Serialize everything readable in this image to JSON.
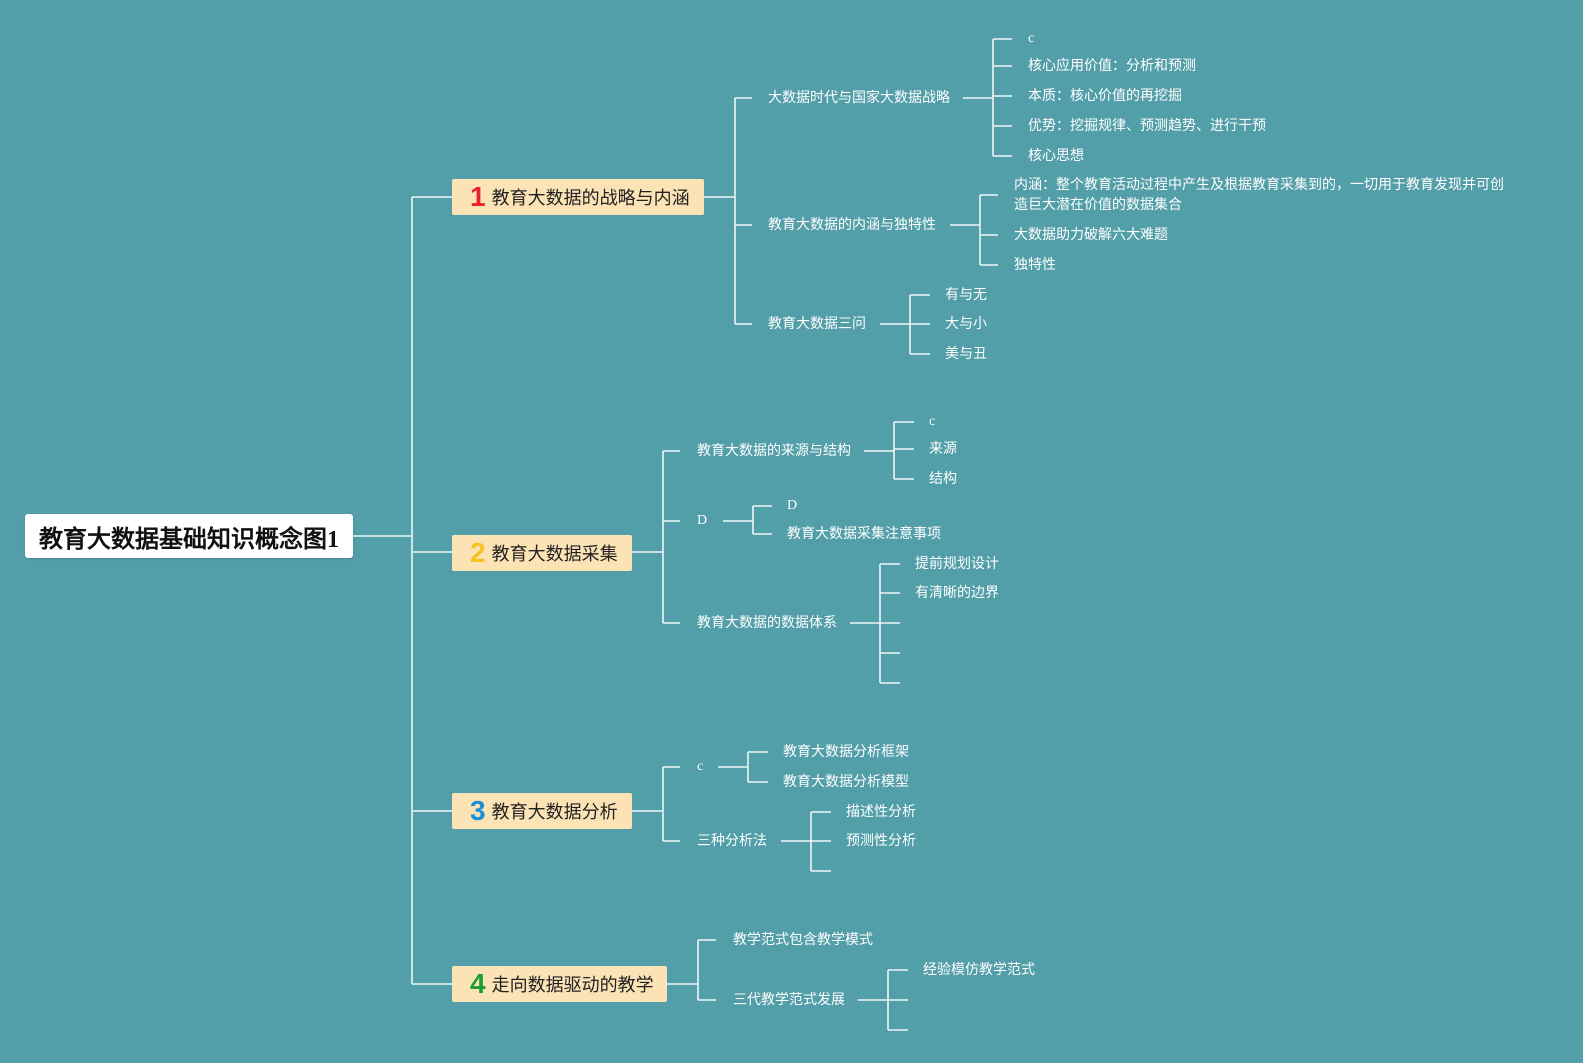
{
  "root": {
    "title": "教育大数据基础知识概念图1"
  },
  "branches": [
    {
      "num": "1",
      "num_color": "#e8232b",
      "label": "教育大数据的战略与内涵",
      "children": [
        {
          "label": "大数据时代与国家大数据战略",
          "children": [
            "c",
            "核心应用价值：分析和预测",
            "本质：核心价值的再挖掘",
            "优势：挖掘规律、预测趋势、进行干预",
            "核心思想"
          ]
        },
        {
          "label": "教育大数据的内涵与独特性",
          "children": [
            "内涵：整个教育活动过程中产生及根据教育采集到的，一切用于教育发现并可创造巨大潜在价值的数据集合",
            "大数据助力破解六大难题",
            "独特性"
          ]
        },
        {
          "label": "教育大数据三问",
          "children": [
            "有与无",
            "大与小",
            "美与丑"
          ]
        }
      ]
    },
    {
      "num": "2",
      "num_color": "#f6c21f",
      "label": "教育大数据采集",
      "children": [
        {
          "label": "教育大数据的来源与结构",
          "children": [
            "c",
            "来源",
            "结构"
          ]
        },
        {
          "label": "D",
          "children": [
            "D",
            "教育大数据采集注意事项"
          ]
        },
        {
          "label": "教育大数据的数据体系",
          "children": [
            "提前规划设计",
            "有清晰的边界",
            "",
            "",
            ""
          ]
        }
      ]
    },
    {
      "num": "3",
      "num_color": "#1a8fd6",
      "label": "教育大数据分析",
      "children": [
        {
          "label": "c",
          "children": [
            "教育大数据分析框架",
            "教育大数据分析模型"
          ]
        },
        {
          "label": "三种分析法",
          "children": [
            "描述性分析",
            "预测性分析",
            ""
          ]
        }
      ]
    },
    {
      "num": "4",
      "num_color": "#19a035",
      "label": "走向数据驱动的教学",
      "children": [
        {
          "label": "教学范式包含教学模式",
          "children": []
        },
        {
          "label": "三代教学范式发展",
          "children": [
            "经验模仿教学范式",
            "",
            ""
          ]
        }
      ]
    }
  ]
}
